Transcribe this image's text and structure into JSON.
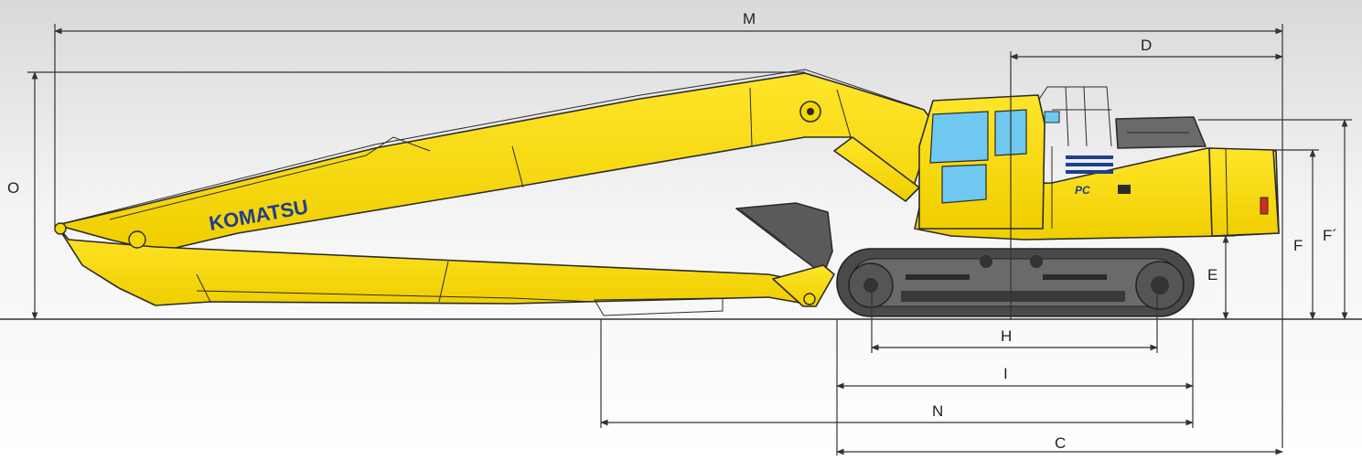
{
  "colors": {
    "body_yellow": "#F5D800",
    "track_dark": "#4a4a4a",
    "glass_blue": "#6fc8ef",
    "brand_blue": "#1d3f8f",
    "tail_red": "#d42a20",
    "background_top": "#dcdcdc",
    "background_bottom": "#ffffff"
  },
  "branding": {
    "boom_logo": "KOMATSU",
    "cab_badge": "PC"
  },
  "dimensions": {
    "M": "M",
    "D": "D",
    "O": "O",
    "F": "F",
    "F_prime": "F´",
    "E": "E",
    "H": "H",
    "I": "I",
    "N": "N",
    "C": "C"
  }
}
